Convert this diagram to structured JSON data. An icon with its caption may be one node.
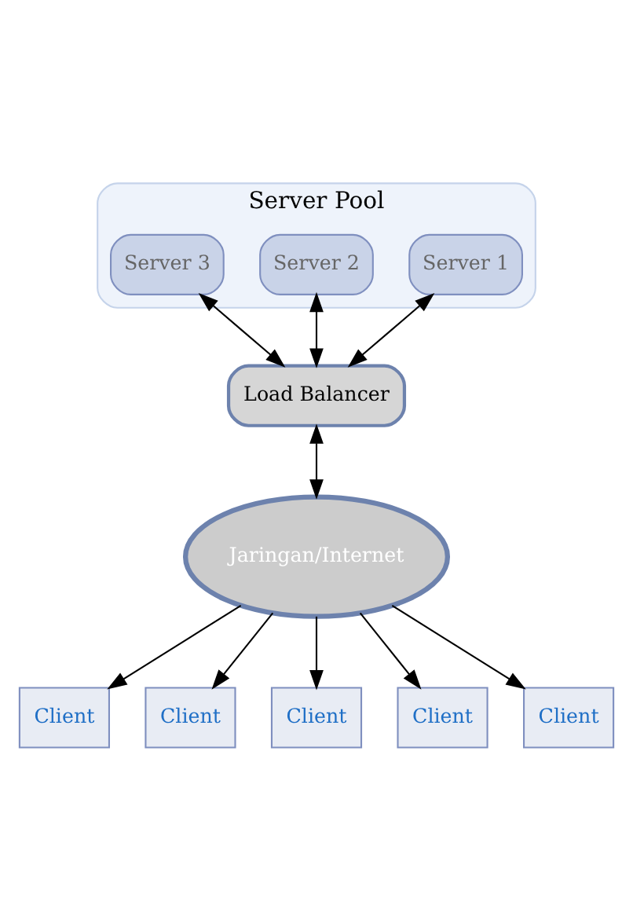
{
  "diagram": {
    "nodes": [
      {
        "text": [
          "Server Pool"
        ]
      },
      {
        "text": [
          "Server 1"
        ],
        "in": 0
      },
      {
        "text": [
          "Server 2"
        ],
        "in": 0
      },
      {
        "text": [
          "Server 3"
        ],
        "in": 0
      },
      {
        "text": [
          "Load Balancer"
        ]
      },
      {
        "text": [
          "Jaringan/Internet"
        ]
      },
      {
        "text": [
          "Client"
        ]
      },
      {
        "text": [
          "Client"
        ]
      },
      {
        "text": [
          "Client"
        ]
      },
      {
        "text": [
          "Client"
        ]
      },
      {
        "text": [
          "Client"
        ]
      }
    ],
    "edges": [
      {
        "from": 4,
        "to": 1,
        "arrow": "both"
      },
      {
        "from": 4,
        "to": 2,
        "arrow": "both"
      },
      {
        "from": 4,
        "to": 3,
        "arrow": "both"
      },
      {
        "from": 5,
        "to": 4,
        "arrow": "both"
      },
      {
        "from": 5,
        "to": 6,
        "arrow": "to"
      },
      {
        "from": 5,
        "to": 7,
        "arrow": "to"
      },
      {
        "from": 5,
        "to": 8,
        "arrow": "to"
      },
      {
        "from": 5,
        "to": 9,
        "arrow": "to"
      },
      {
        "from": 5,
        "to": 10,
        "arrow": "to"
      }
    ]
  }
}
